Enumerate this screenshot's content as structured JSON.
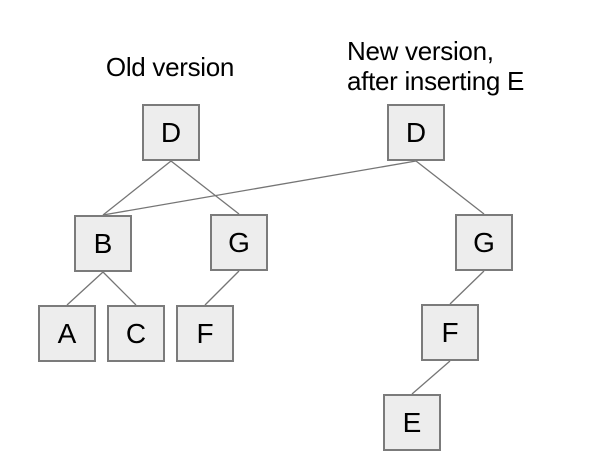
{
  "titles": {
    "old": "Old version",
    "new_line1": "New version,",
    "new_line2": "after inserting E"
  },
  "nodes": {
    "old_d": {
      "label": "D"
    },
    "old_b": {
      "label": "B"
    },
    "old_g": {
      "label": "G"
    },
    "old_a": {
      "label": "A"
    },
    "old_c": {
      "label": "C"
    },
    "old_f": {
      "label": "F"
    },
    "new_d": {
      "label": "D"
    },
    "new_g": {
      "label": "G"
    },
    "new_f": {
      "label": "F"
    },
    "new_e": {
      "label": "E"
    }
  },
  "edges": [
    {
      "from": "old_d",
      "to": "old_b",
      "tree": "old"
    },
    {
      "from": "old_d",
      "to": "old_g",
      "tree": "old"
    },
    {
      "from": "old_b",
      "to": "old_a",
      "tree": "old"
    },
    {
      "from": "old_b",
      "to": "old_c",
      "tree": "old"
    },
    {
      "from": "old_g",
      "to": "old_f",
      "tree": "old"
    },
    {
      "from": "new_d",
      "to": "old_b",
      "tree": "shared"
    },
    {
      "from": "new_d",
      "to": "new_g",
      "tree": "new"
    },
    {
      "from": "new_g",
      "to": "new_f",
      "tree": "new"
    },
    {
      "from": "new_f",
      "to": "new_e",
      "tree": "new"
    }
  ],
  "colors": {
    "node_fill": "#ededed",
    "node_border": "#7b7b7b",
    "edge_line": "#757575",
    "text": "#000000",
    "background": "#ffffff"
  }
}
